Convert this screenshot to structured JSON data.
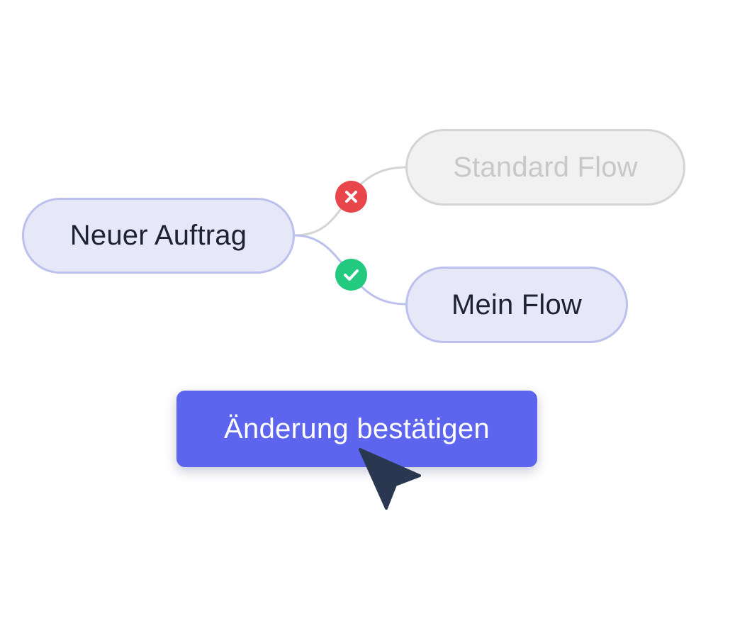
{
  "nodes": {
    "source": {
      "label": "Neuer Auftrag",
      "state": "active"
    },
    "standard_flow": {
      "label": "Standard Flow",
      "state": "rejected"
    },
    "my_flow": {
      "label": "Mein Flow",
      "state": "selected"
    }
  },
  "edges": [
    {
      "from": "source",
      "to": "standard_flow",
      "status_icon": "x-icon",
      "status_color": "#e8464b"
    },
    {
      "from": "source",
      "to": "my_flow",
      "status_icon": "check-icon",
      "status_color": "#23c97f"
    }
  ],
  "confirm_button": {
    "label": "Änderung bestätigen",
    "color": "#5d65ee"
  },
  "cursor": {
    "icon": "pointer-arrow-icon",
    "color": "#293850"
  },
  "colors": {
    "active_fill": "#e6e8f8",
    "active_border": "#bcc0ec",
    "inactive_fill": "#f1f1f1",
    "inactive_border": "#d4d4d4"
  }
}
